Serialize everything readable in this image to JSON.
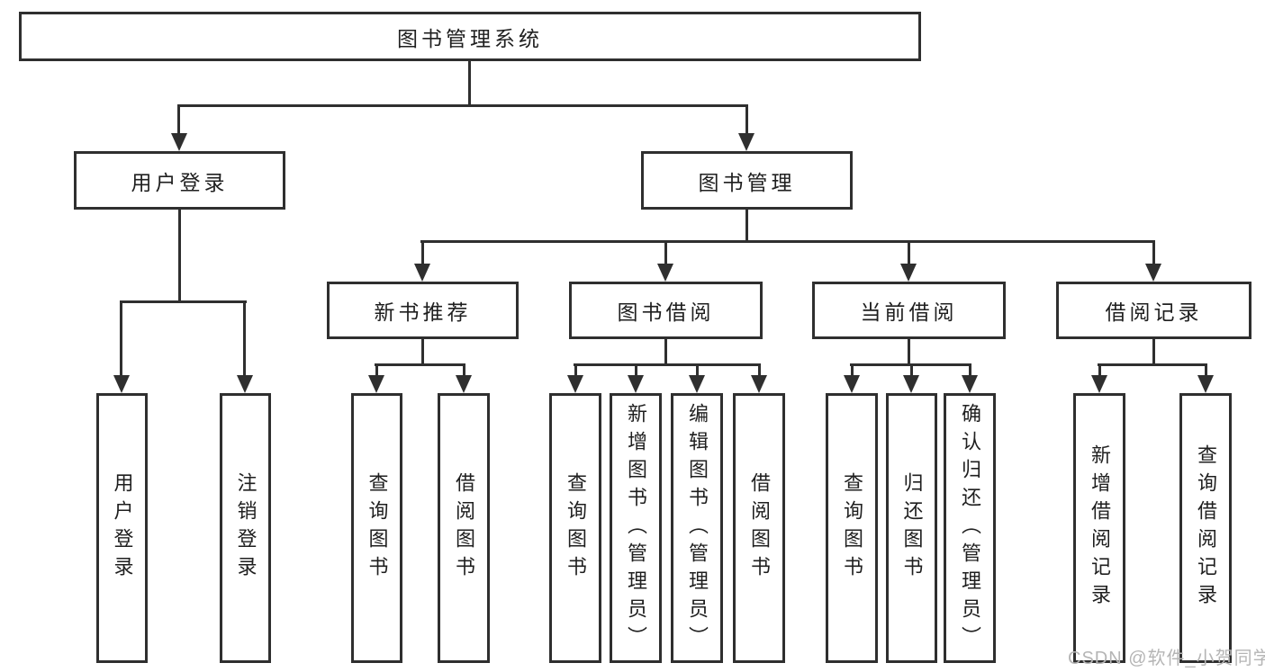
{
  "tree": {
    "root": "图书管理系统",
    "level2": [
      "用户登录",
      "图书管理"
    ],
    "level3": [
      "新书推荐",
      "图书借阅",
      "当前借阅",
      "借阅记录"
    ],
    "leaves": [
      "用户登录",
      "注销登录",
      "查询图书",
      "借阅图书",
      "查询图书",
      "新增图书（管理员）",
      "编辑图书（管理员）",
      "借阅图书",
      "查询图书",
      "归还图书",
      "确认归还（管理员）",
      "新增借阅记录",
      "查询借阅记录"
    ]
  },
  "watermark": "CSDN @软件_小贺同学",
  "colors": {
    "line": "#2f2f2f",
    "text": "#1f1f1f",
    "watermark": "#b5b5b5",
    "background": "#ffffff"
  }
}
